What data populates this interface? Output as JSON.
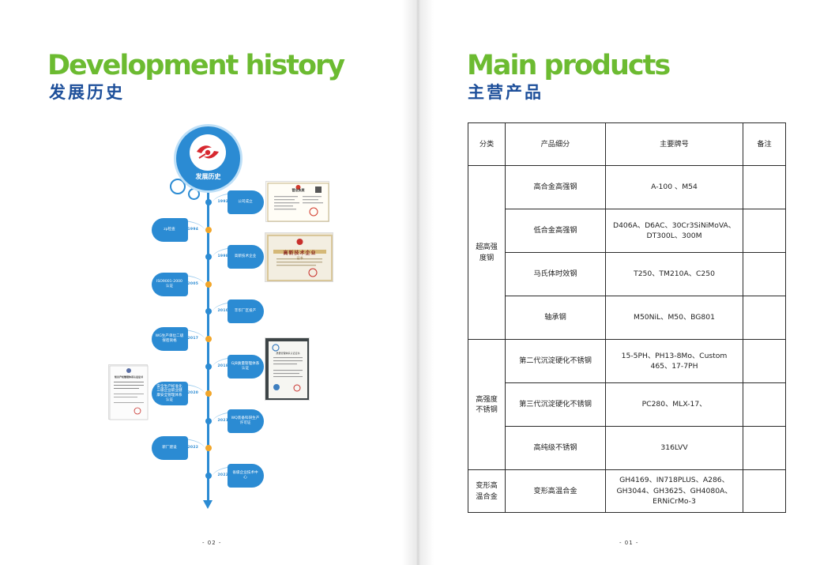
{
  "left_page": {
    "title_en": "Development history",
    "title_cn": "发展历史",
    "logo_label": "发展历史",
    "page_number": "- 02 -",
    "timeline": [
      {
        "year": "1992",
        "text": "公司成立",
        "side": "right",
        "node": "blue"
      },
      {
        "year": "1994",
        "text": "zp检查",
        "side": "left",
        "node": "orange"
      },
      {
        "year": "1998",
        "text": "高新技术企业",
        "side": "right",
        "node": "blue"
      },
      {
        "year": "2005",
        "text": "ISO9001-2000认证",
        "side": "left",
        "node": "orange"
      },
      {
        "year": "2010",
        "text": "丰华厂区投产",
        "side": "right",
        "node": "blue"
      },
      {
        "year": "2017",
        "text": "WG生产单位二级保密资格",
        "side": "left",
        "node": "orange"
      },
      {
        "year": "2018",
        "text": "GJB质量管理体系认证",
        "side": "right",
        "node": "blue"
      },
      {
        "year": "2020",
        "text": "安全生产标准化三级企业职业健康安全管理体系认证",
        "side": "left",
        "node": "orange"
      },
      {
        "year": "2021",
        "text": "WQ装备科研生产许可证",
        "side": "right",
        "node": "blue"
      },
      {
        "year": "2022",
        "text": "新厂建设",
        "side": "left",
        "node": "orange"
      },
      {
        "year": "2022",
        "text": "省级企业技术中心",
        "side": "right",
        "node": "blue"
      }
    ],
    "photos": {
      "license_caption": "营业执照",
      "hightech_caption": "高新技术企业",
      "hightech_sub": "证书",
      "iso_caption": "质量管理体系认证证书",
      "ip_caption": "知识产权管理体系认证证书"
    }
  },
  "right_page": {
    "title_en": "Main products",
    "title_cn": "主营产品",
    "page_number": "- 01 -",
    "table": {
      "headers": [
        "分类",
        "产品细分",
        "主要牌号",
        "备注"
      ],
      "groups": [
        {
          "category": "超高强度钢",
          "rows": [
            {
              "sub": "高合金高强钢",
              "grades": "A-100 、M54",
              "note": ""
            },
            {
              "sub": "低合金高强钢",
              "grades": "D406A、D6AC、30Cr3SiNiMoVA、DT300L、300M",
              "note": ""
            },
            {
              "sub": "马氏体时效钢",
              "grades": "T250、TM210A、C250",
              "note": ""
            },
            {
              "sub": "轴承钢",
              "grades": "M50NiL、M50、BG801",
              "note": ""
            }
          ]
        },
        {
          "category": "高强度不锈钢",
          "rows": [
            {
              "sub": "第二代沉淀硬化不锈钢",
              "grades": "15-5PH、PH13-8Mo、Custom 465、17-7PH",
              "note": ""
            },
            {
              "sub": "第三代沉淀硬化不锈钢",
              "grades": "PC280、MLX-17、",
              "note": ""
            },
            {
              "sub": "高纯级不锈钢",
              "grades": "316LVV",
              "note": ""
            }
          ]
        },
        {
          "category": "变形高温合金",
          "rows": [
            {
              "sub": "变形高温合金",
              "grades": "GH4169、IN718PLUS、A286、GH3044、GH3625、GH4080A、ERNiCrMo-3",
              "note": ""
            }
          ]
        }
      ]
    }
  },
  "colors": {
    "title_green": "#6cbb31",
    "title_blue": "#1d4f9a",
    "timeline_blue": "#2b8bd3",
    "node_orange": "#f2a62a"
  }
}
